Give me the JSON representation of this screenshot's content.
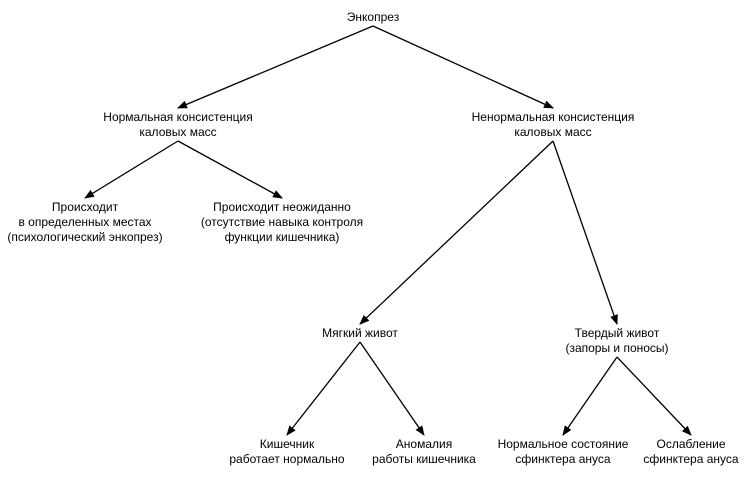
{
  "diagram": {
    "colors": {
      "line": "#000000",
      "text": "#000000",
      "background": "#ffffff"
    },
    "nodes": {
      "root": {
        "lines": [
          "Энкопрез"
        ]
      },
      "normal": {
        "lines": [
          "Нормальная консистенция",
          "каловых масс"
        ]
      },
      "abnormal": {
        "lines": [
          "Ненормальная консистенция",
          "каловых масс"
        ]
      },
      "specific_places": {
        "lines": [
          "Происходит",
          "в определенных местах",
          "(психологический энкопрез)"
        ]
      },
      "unexpected": {
        "lines": [
          "Происходит неожиданно",
          "(отсутствие навыка контроля",
          "функции кишечника)"
        ]
      },
      "soft_belly": {
        "lines": [
          "Мягкий живот"
        ]
      },
      "hard_belly": {
        "lines": [
          "Твердый живот",
          "(запоры и поносы)"
        ]
      },
      "bowel_normal": {
        "lines": [
          "Кишечник",
          "работает нормально"
        ]
      },
      "bowel_anomaly": {
        "lines": [
          "Аномалия",
          "работы кишечника"
        ]
      },
      "sphincter_normal": {
        "lines": [
          "Нормальное состояние",
          "сфинктера ануса"
        ]
      },
      "sphincter_weak": {
        "lines": [
          "Ослабление",
          "сфинктера ануса"
        ]
      }
    },
    "edges": [
      {
        "from": "root",
        "to": "normal"
      },
      {
        "from": "root",
        "to": "abnormal"
      },
      {
        "from": "normal",
        "to": "specific_places"
      },
      {
        "from": "normal",
        "to": "unexpected"
      },
      {
        "from": "abnormal",
        "to": "soft_belly"
      },
      {
        "from": "abnormal",
        "to": "hard_belly"
      },
      {
        "from": "soft_belly",
        "to": "bowel_normal"
      },
      {
        "from": "soft_belly",
        "to": "bowel_anomaly"
      },
      {
        "from": "hard_belly",
        "to": "sphincter_normal"
      },
      {
        "from": "hard_belly",
        "to": "sphincter_weak"
      }
    ]
  }
}
